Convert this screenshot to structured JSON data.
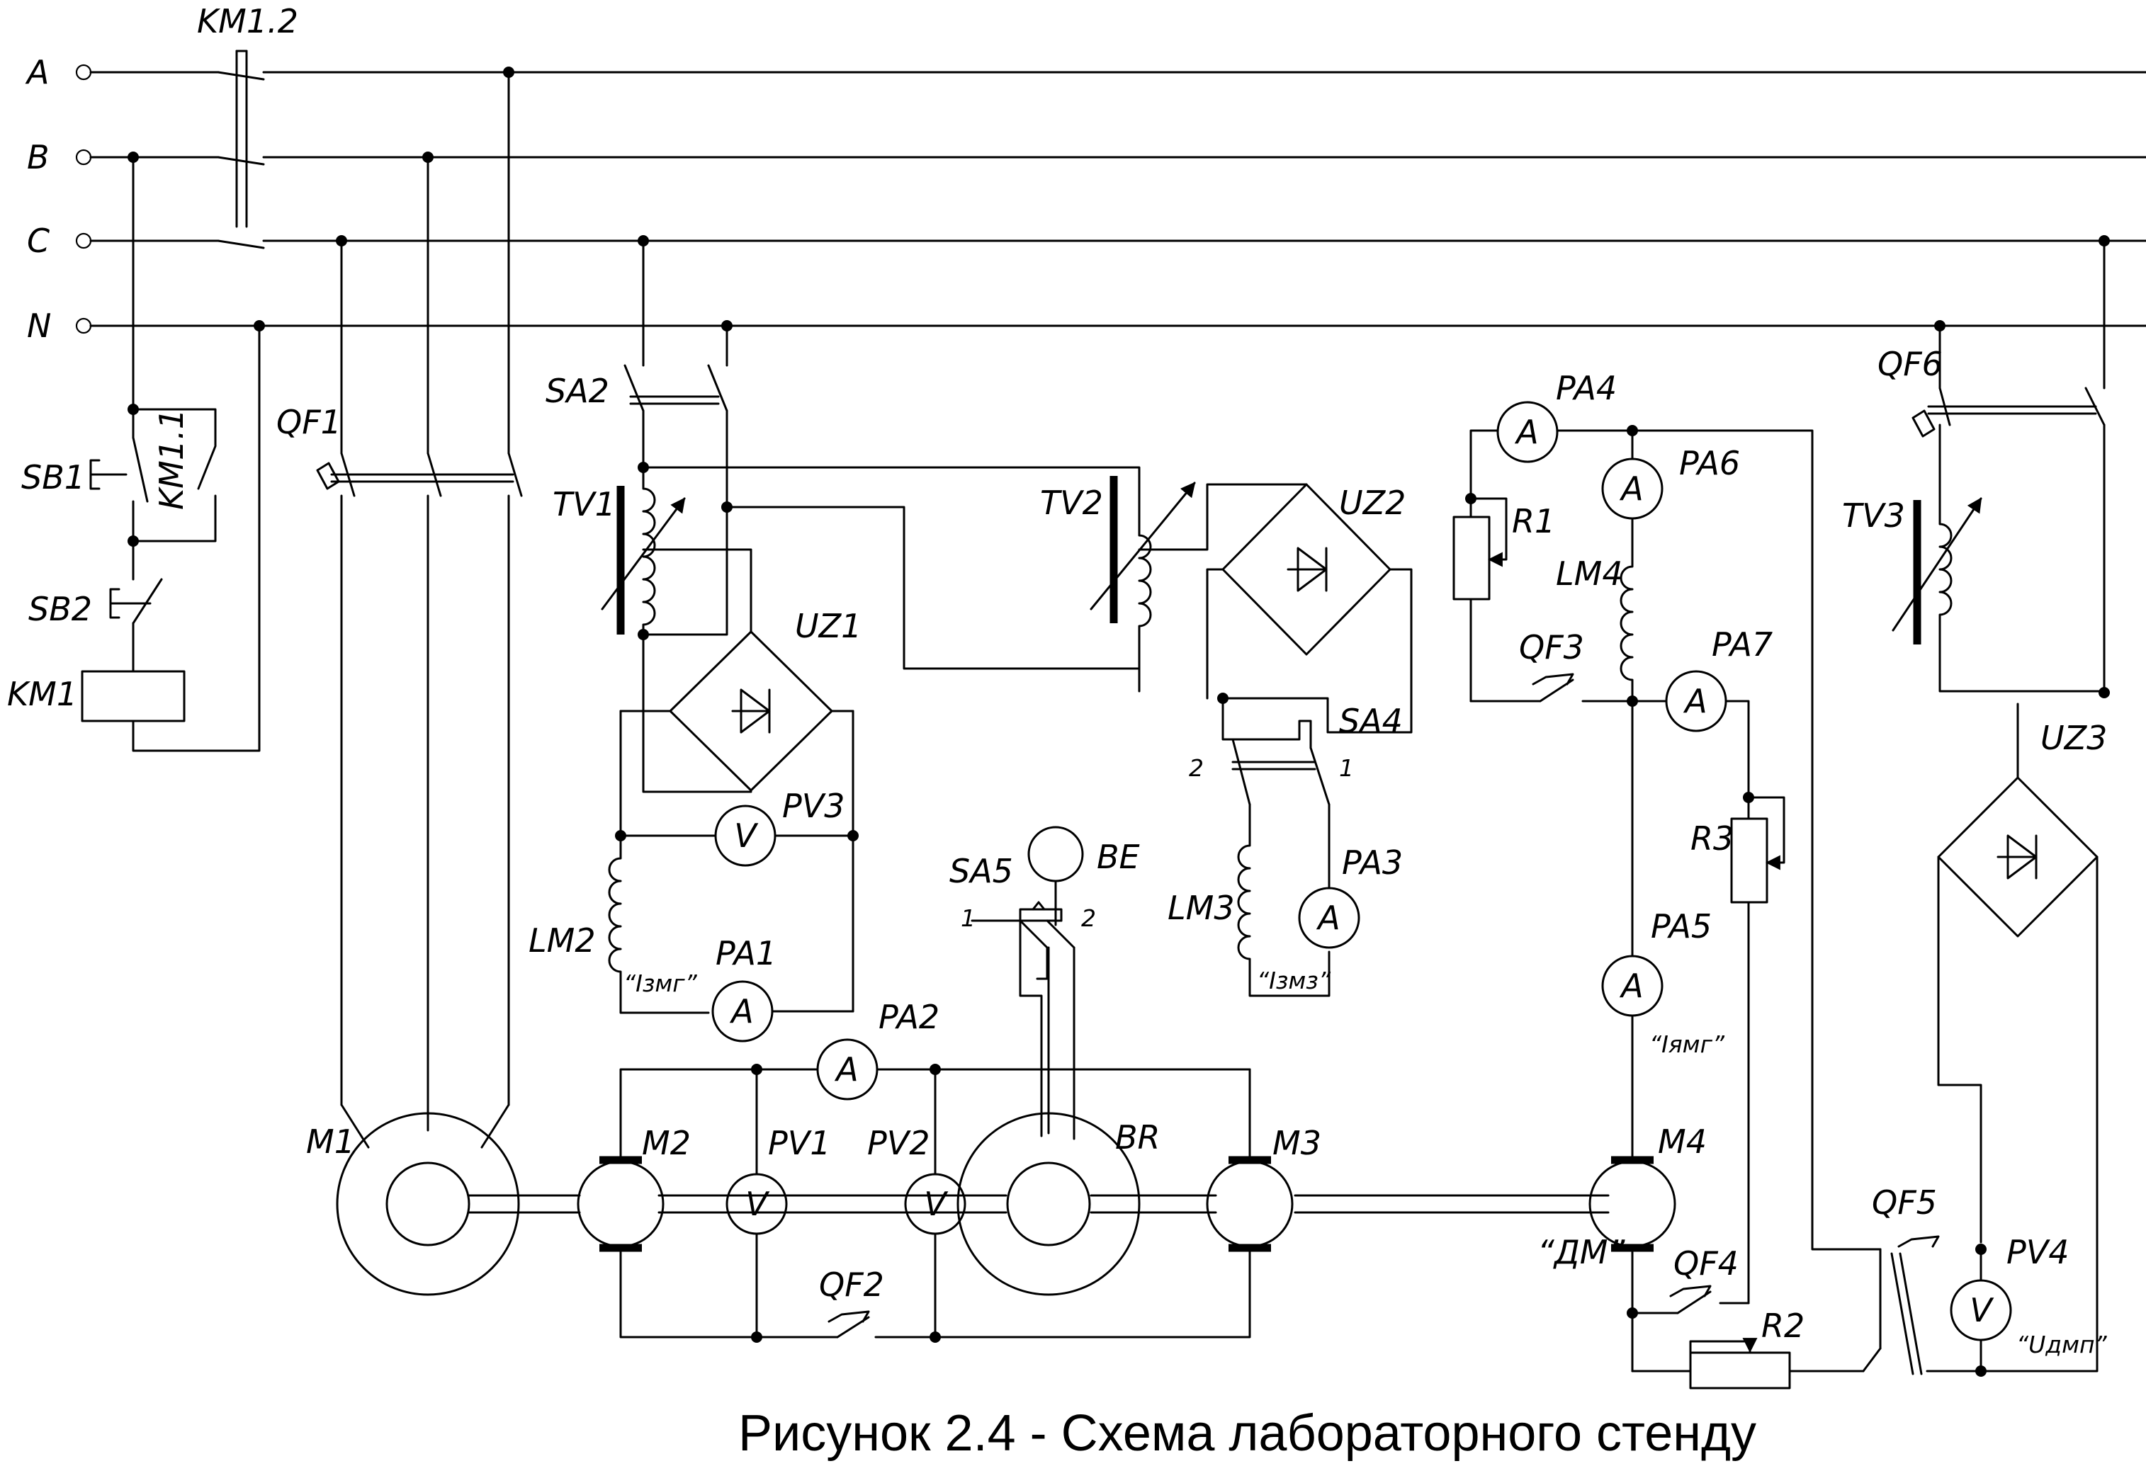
{
  "caption": "Рисунок 2.4 - Схема лабораторного стенду",
  "buses": {
    "a": "A",
    "b": "B",
    "c": "C",
    "n": "N"
  },
  "labels": {
    "km12": "KM1.2",
    "km11": "KM1.1",
    "km1": "KM1",
    "sb1": "SB1",
    "sb2": "SB2",
    "qf1": "QF1",
    "qf2": "QF2",
    "qf3": "QF3",
    "qf4": "QF4",
    "qf5": "QF5",
    "qf6": "QF6",
    "sa2": "SA2",
    "sa4": "SA4",
    "sa5": "SA5",
    "tv1": "TV1",
    "tv2": "TV2",
    "tv3": "TV3",
    "uz1": "UZ1",
    "uz2": "UZ2",
    "uz3": "UZ3",
    "pv1": "PV1",
    "pv2": "PV2",
    "pv3": "PV3",
    "pv4": "PV4",
    "pa1": "PA1",
    "pa2": "PA2",
    "pa3": "PA3",
    "pa4": "PA4",
    "pa5": "PA5",
    "pa6": "PA6",
    "pa7": "PA7",
    "lm2": "LM2",
    "lm3": "LM3",
    "lm4": "LM4",
    "r1": "R1",
    "r2": "R2",
    "r3": "R3",
    "be": "BE",
    "br": "BR",
    "m1": "M1",
    "m2": "M2",
    "m3": "M3",
    "m4": "M4",
    "dm": "“ДМ”",
    "izmg": "“Iзмг”",
    "izmz": "“Iзмз”",
    "iamg": "“Iямг”",
    "udmp": "“Uдмп”",
    "pos1": "1",
    "pos2": "2"
  },
  "meters": {
    "ammeter": "A",
    "voltmeter": "V"
  }
}
